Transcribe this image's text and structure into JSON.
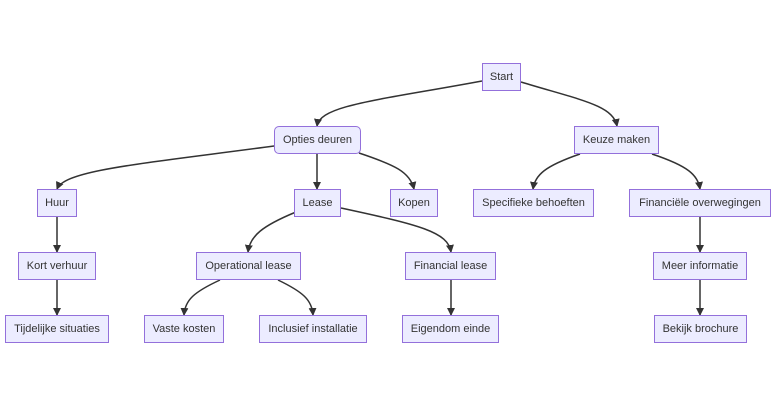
{
  "nodes": {
    "start": "Start",
    "opties_deuren": "Opties deuren",
    "keuze_maken": "Keuze maken",
    "huur": "Huur",
    "lease": "Lease",
    "kopen": "Kopen",
    "specifieke_behoeften": "Specifieke behoeften",
    "financiele_overwegingen": "Financiële overwegingen",
    "kort_verhuur": "Kort verhuur",
    "operational_lease": "Operational lease",
    "financial_lease": "Financial lease",
    "meer_informatie": "Meer informatie",
    "tijdelijke_situaties": "Tijdelijke situaties",
    "vaste_kosten": "Vaste kosten",
    "inclusief_installatie": "Inclusief installatie",
    "eigendom_einde": "Eigendom einde",
    "bekijk_brochure": "Bekijk brochure"
  },
  "edges": [
    [
      "start",
      "opties_deuren"
    ],
    [
      "start",
      "keuze_maken"
    ],
    [
      "opties_deuren",
      "huur"
    ],
    [
      "opties_deuren",
      "lease"
    ],
    [
      "opties_deuren",
      "kopen"
    ],
    [
      "keuze_maken",
      "specifieke_behoeften"
    ],
    [
      "keuze_maken",
      "financiele_overwegingen"
    ],
    [
      "huur",
      "kort_verhuur"
    ],
    [
      "kort_verhuur",
      "tijdelijke_situaties"
    ],
    [
      "lease",
      "operational_lease"
    ],
    [
      "lease",
      "financial_lease"
    ],
    [
      "operational_lease",
      "vaste_kosten"
    ],
    [
      "operational_lease",
      "inclusief_installatie"
    ],
    [
      "financial_lease",
      "eigendom_einde"
    ],
    [
      "financiele_overwegingen",
      "meer_informatie"
    ],
    [
      "meer_informatie",
      "bekijk_brochure"
    ]
  ],
  "colors": {
    "node_fill": "#ECECFF",
    "node_border": "#9370DB",
    "text": "#333333",
    "edge": "#333333"
  }
}
